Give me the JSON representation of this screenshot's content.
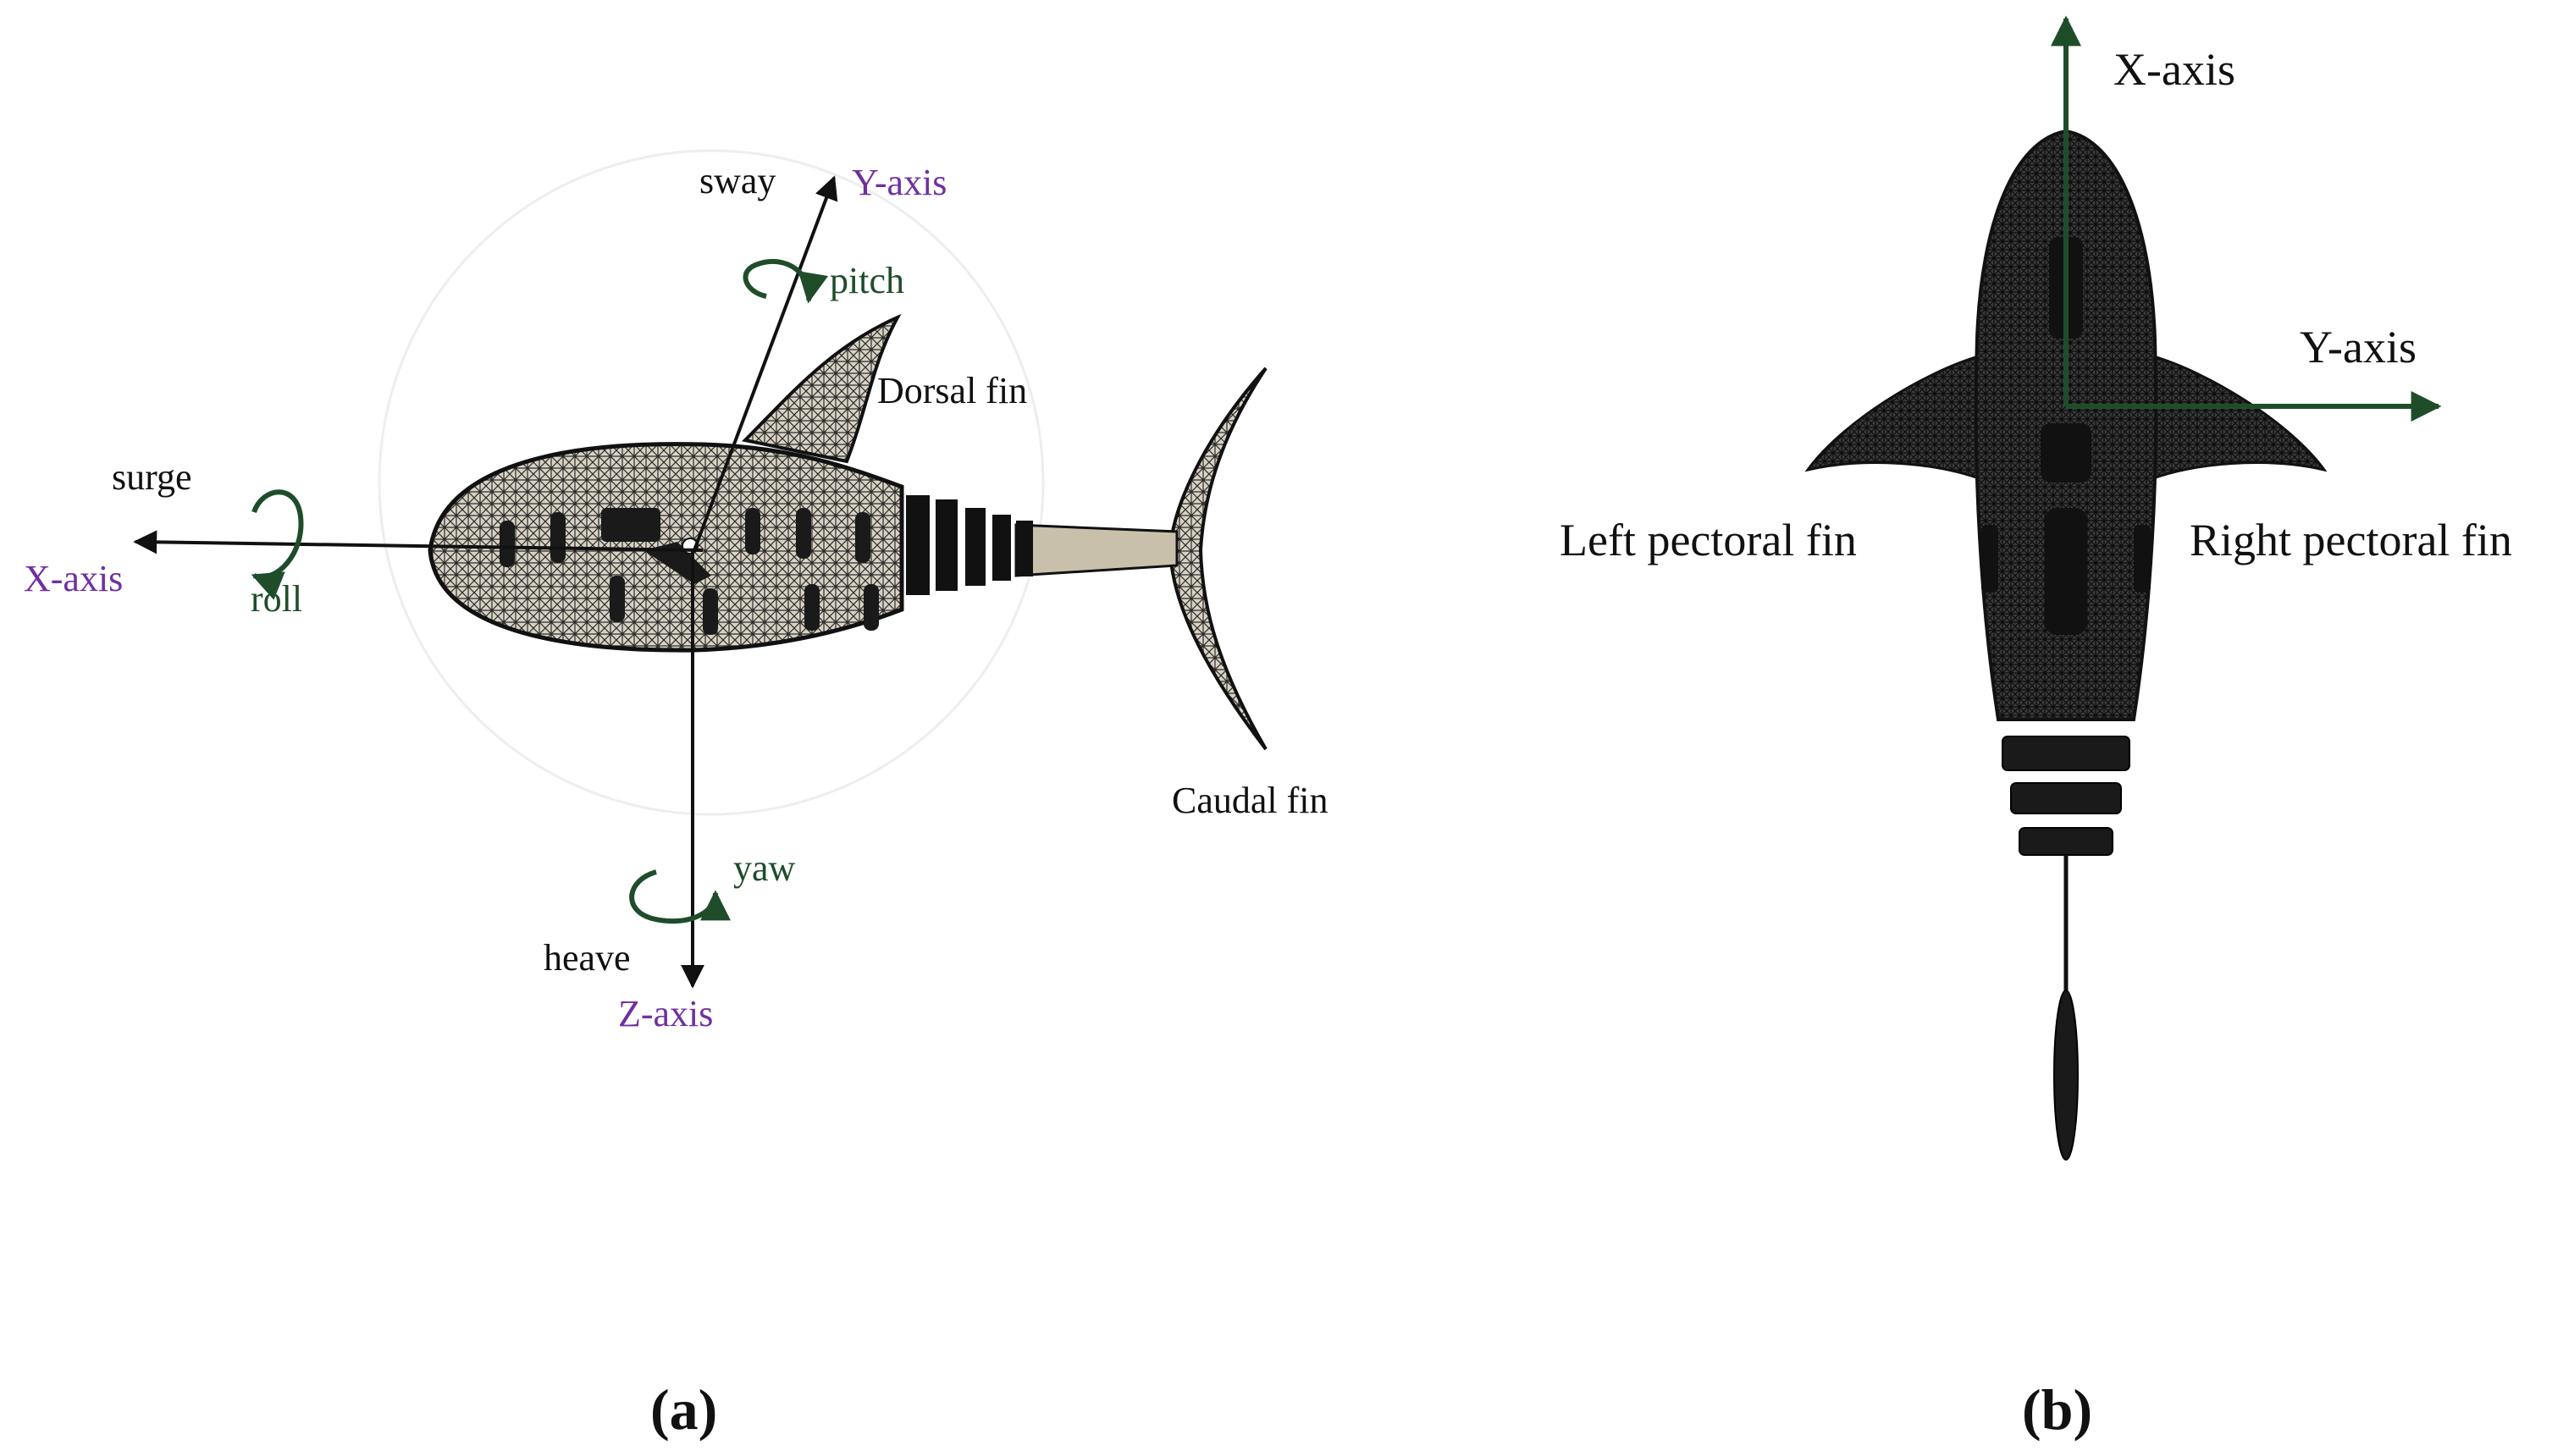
{
  "panel_a": {
    "caption": "(a)",
    "labels": {
      "sway": "sway",
      "y_axis": "Y-axis",
      "pitch": "pitch",
      "dorsal_fin": "Dorsal fin",
      "surge": "surge",
      "x_axis": "X-axis",
      "roll": "roll",
      "caudal_fin": "Caudal fin",
      "yaw": "yaw",
      "heave": "heave",
      "z_axis": "Z-axis"
    }
  },
  "panel_b": {
    "caption": "(b)",
    "labels": {
      "x_axis": "X-axis",
      "y_axis": "Y-axis",
      "left_pectoral_fin": "Left pectoral fin",
      "right_pectoral_fin": "Right pectoral fin"
    }
  },
  "colors": {
    "axis_label": "#7030a0",
    "rotation": "#1f4d2a",
    "mesh_fill": "#d8d2c4",
    "mesh_dark": "#1a1a1a",
    "axis_b": "#1f4d2a"
  }
}
